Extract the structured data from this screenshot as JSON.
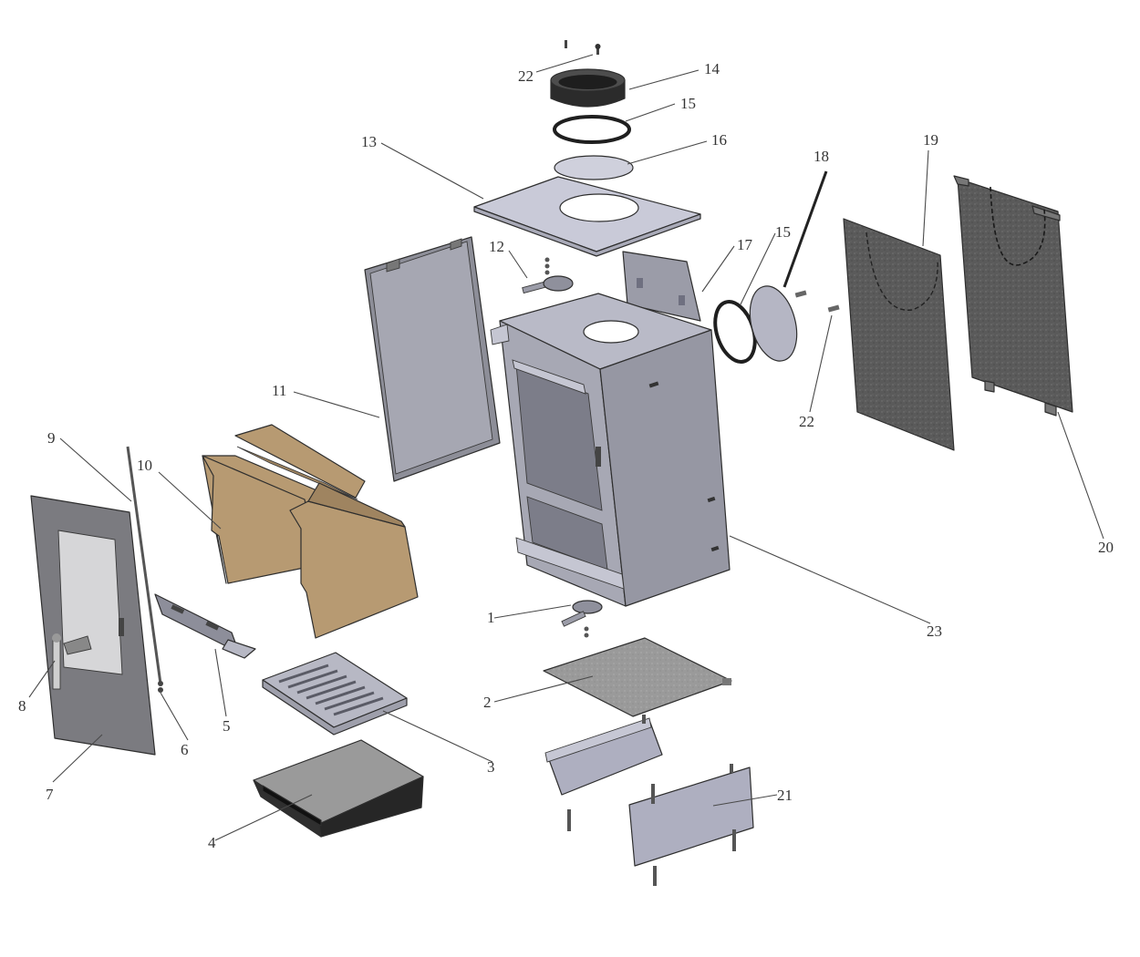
{
  "diagram": {
    "type": "exploded-parts-view",
    "callouts": [
      {
        "id": "c1",
        "label": "1"
      },
      {
        "id": "c2",
        "label": "2"
      },
      {
        "id": "c3",
        "label": "3"
      },
      {
        "id": "c4",
        "label": "4"
      },
      {
        "id": "c5",
        "label": "5"
      },
      {
        "id": "c6",
        "label": "6"
      },
      {
        "id": "c7",
        "label": "7"
      },
      {
        "id": "c8",
        "label": "8"
      },
      {
        "id": "c9",
        "label": "9"
      },
      {
        "id": "c10",
        "label": "10"
      },
      {
        "id": "c11",
        "label": "11"
      },
      {
        "id": "c12",
        "label": "12"
      },
      {
        "id": "c13",
        "label": "13"
      },
      {
        "id": "c14",
        "label": "14"
      },
      {
        "id": "c15a",
        "label": "15"
      },
      {
        "id": "c15b",
        "label": "15"
      },
      {
        "id": "c16",
        "label": "16"
      },
      {
        "id": "c17",
        "label": "17"
      },
      {
        "id": "c18",
        "label": "18"
      },
      {
        "id": "c19",
        "label": "19"
      },
      {
        "id": "c20",
        "label": "20"
      },
      {
        "id": "c21",
        "label": "21"
      },
      {
        "id": "c22a",
        "label": "22"
      },
      {
        "id": "c22b",
        "label": "22"
      },
      {
        "id": "c23",
        "label": "23"
      }
    ],
    "colors": {
      "metal": "#c9cad6",
      "metal_dark": "#9ea0ae",
      "firebrick": "#b79a72",
      "firebrick_dark": "#8f7656",
      "panel_dark": "#505050",
      "door": "#7a7a7e",
      "glass": "#d8d8d8",
      "ashpan": "#3a3a3a",
      "line": "#4a4a4a"
    }
  }
}
